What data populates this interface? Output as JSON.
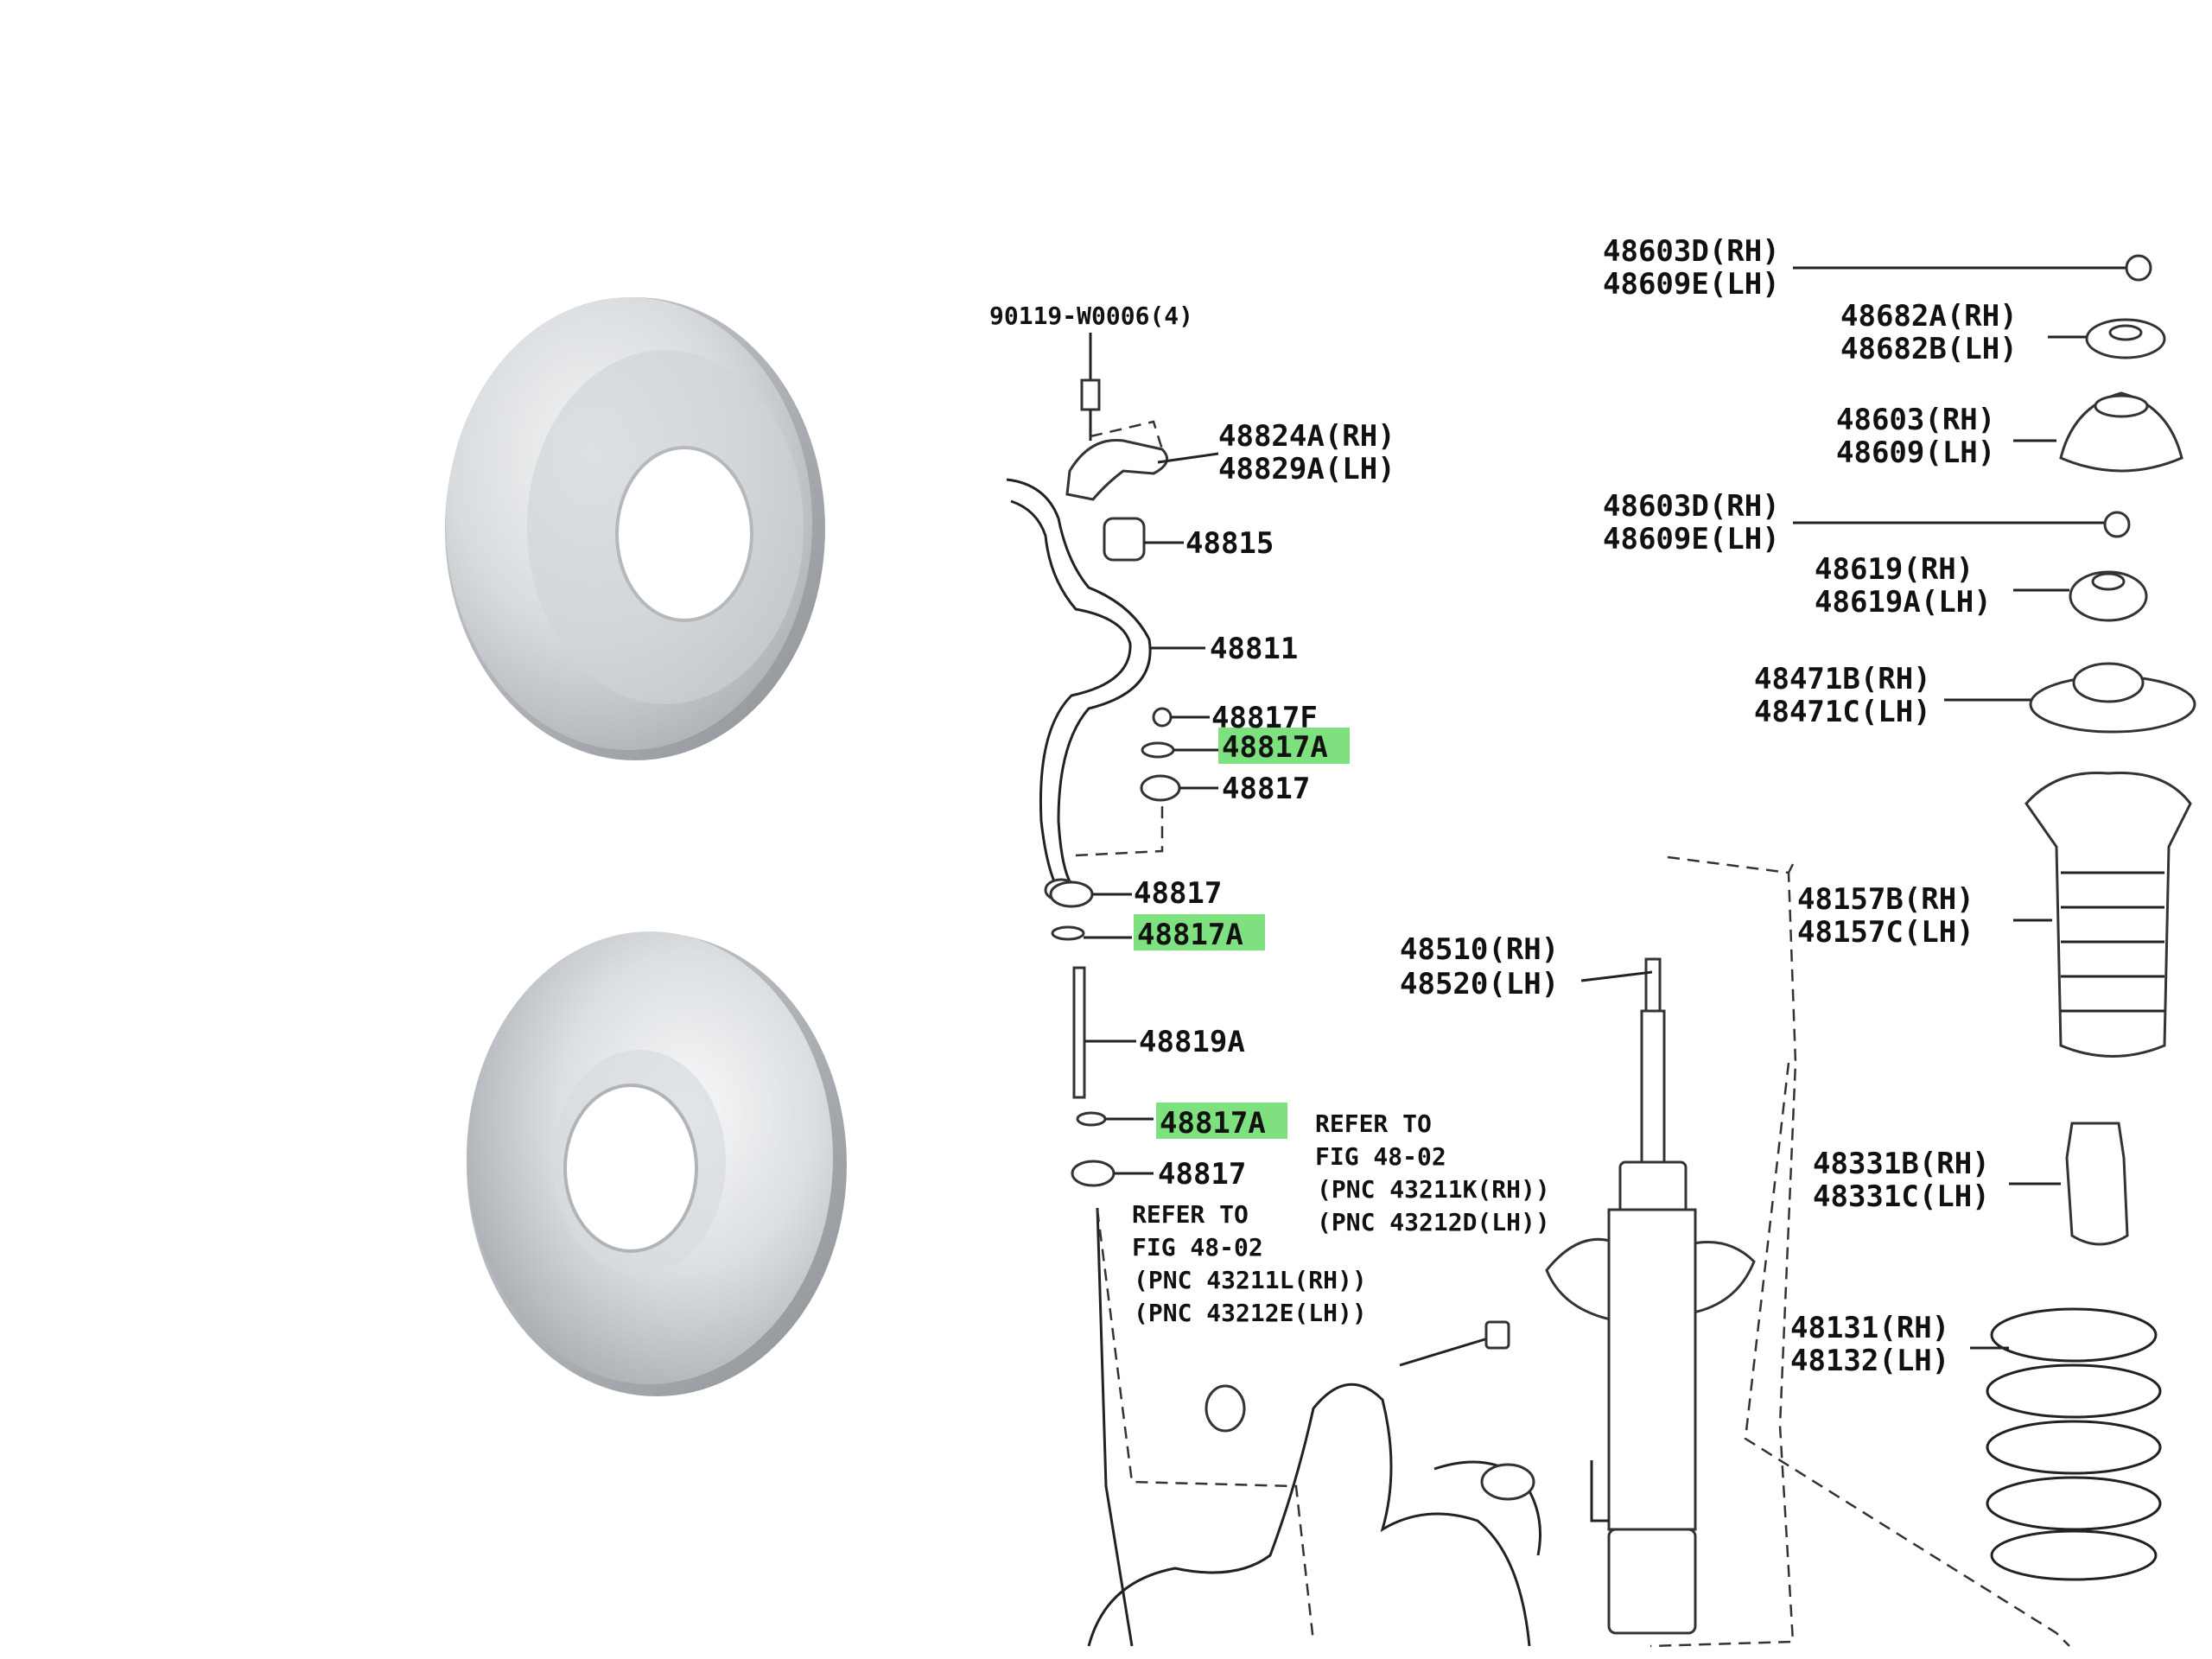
{
  "colors": {
    "highlight": "#7ee07e",
    "washer_light": "#e6e8ea",
    "washer_dark": "#a9adb2",
    "line": "#222222"
  },
  "photo": {
    "washers": [
      "upper-washer-photo",
      "lower-washer-photo"
    ]
  },
  "labels": {
    "bolt_90119": "90119-W0006(4)",
    "bracket_rh": "48824A(RH)",
    "bracket_lh": "48829A(LH)",
    "bushing": "48815",
    "stab_bar": "48811",
    "nut_48817f": "48817F",
    "retainer_a1": "48817A",
    "cushion_1": "48817",
    "cushion_2": "48817",
    "retainer_a2": "48817A",
    "link": "48819A",
    "retainer_a3": "48817A",
    "cushion_3": "48817",
    "refer_left": [
      "REFER TO",
      "FIG 48-02",
      "(PNC 43211L(RH))",
      "(PNC 43212E(LH))"
    ],
    "refer_mid": [
      "REFER TO",
      "FIG 48-02",
      "(PNC 43211K(RH))",
      "(PNC 43212D(LH))"
    ],
    "strut_rh": "48510(RH)",
    "strut_lh": "48520(LH)",
    "nut_top_rh": "48603D(RH)",
    "nut_top_lh": "48609E(LH)",
    "cap_rh": "48682A(RH)",
    "cap_lh": "48682B(LH)",
    "mount_rh": "48603(RH)",
    "mount_lh": "48609(LH)",
    "nut2_rh": "48603D(RH)",
    "nut2_lh": "48609E(LH)",
    "bearing_rh": "48619(RH)",
    "bearing_lh": "48619A(LH)",
    "seat_rh": "48471B(RH)",
    "seat_lh": "48471C(LH)",
    "boot_rh": "48157B(RH)",
    "boot_lh": "48157C(LH)",
    "bump_rh": "48331B(RH)",
    "bump_lh": "48331C(LH)",
    "spring_rh": "48131(RH)",
    "spring_lh": "48132(LH)"
  }
}
